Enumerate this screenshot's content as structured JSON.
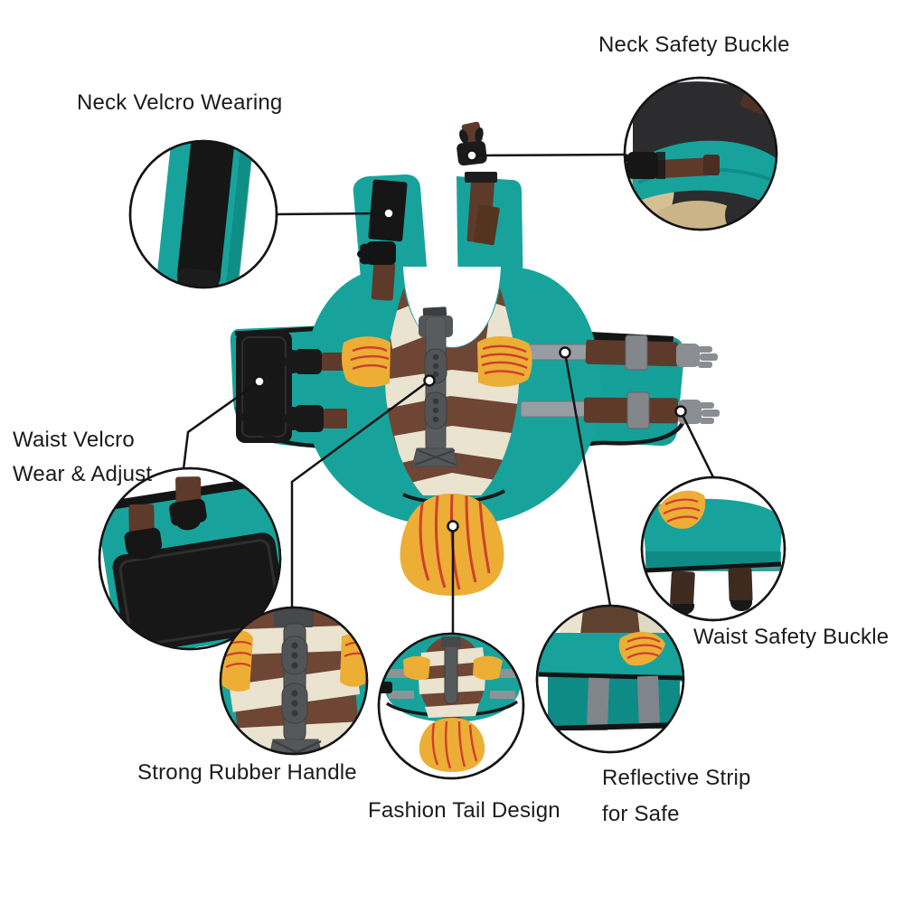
{
  "callouts": {
    "neck_safety_buckle": {
      "label": "Neck Safety Buckle"
    },
    "neck_velcro": {
      "label": "Neck Velcro Wearing"
    },
    "waist_velcro": {
      "line1": "Waist Velcro",
      "line2": "Wear & Adjust"
    },
    "waist_safety_buckle": {
      "label": "Waist Safety Buckle"
    },
    "rubber_handle": {
      "label": "Strong Rubber Handle"
    },
    "tail_design": {
      "label": "Fashion Tail Design"
    },
    "reflective_strip": {
      "line1": "Reflective Strip",
      "line2": "for Safe"
    }
  },
  "colors": {
    "vest_teal": "#17a39b",
    "vest_teal_dark": "#0d847e",
    "strap_brown": "#5d3a2a",
    "fish_brown": "#6f4534",
    "stripe_cream": "#e9e3cf",
    "fin_yellow": "#ecae35",
    "accent_red": "#d0402e",
    "handle_gray": "#55585b",
    "reflective_gray": "#989da3",
    "velcro_black": "#171717",
    "leader_line": "#141414",
    "label_text": "#1b1b1b",
    "background": "#ffffff"
  }
}
